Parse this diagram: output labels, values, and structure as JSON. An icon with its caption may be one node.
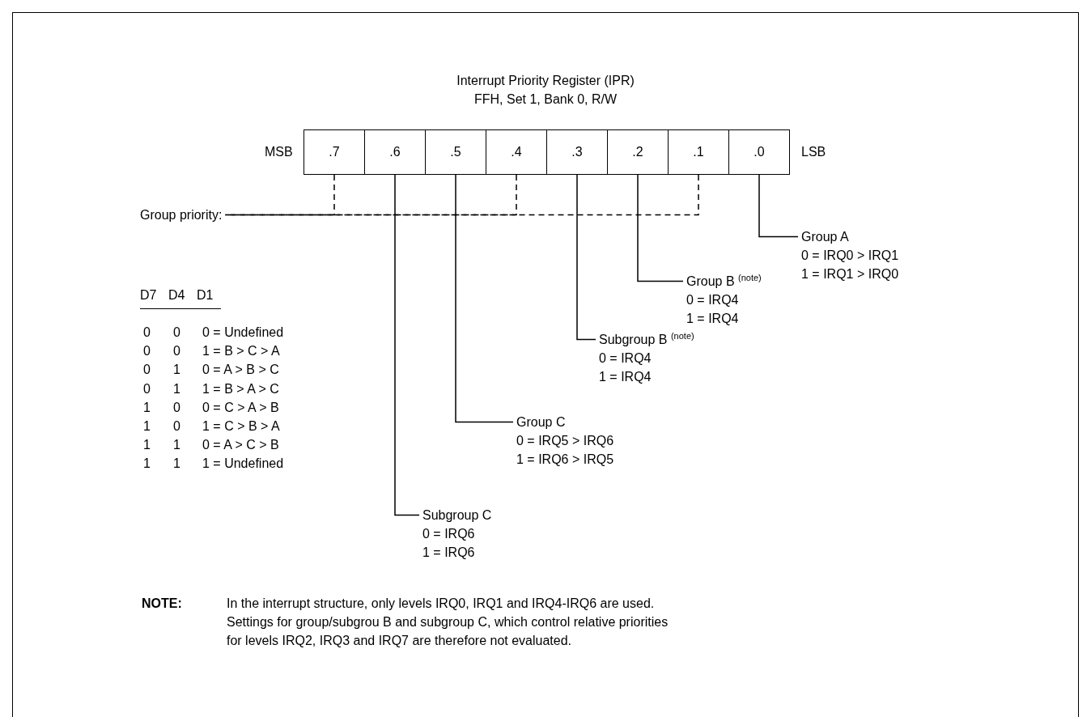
{
  "diagram": {
    "title": "Interrupt Priority Register (IPR)",
    "nodes": [
      {
        "text": [
          ".7"
        ]
      },
      {
        "text": [
          ".6"
        ]
      },
      {
        "text": [
          ".5"
        ]
      },
      {
        "text": [
          ".4"
        ]
      },
      {
        "text": [
          ".3"
        ]
      },
      {
        "text": [
          ".2"
        ]
      },
      {
        "text": [
          ".1"
        ]
      },
      {
        "text": [
          ".0"
        ]
      },
      {
        "text": [
          "Group priority:"
        ]
      },
      {
        "text": [
          "Group A",
          "0 = IRQ0 > IRQ1",
          "1 = IRQ1 > IRQ0"
        ]
      },
      {
        "text": [
          "Group B $^{(note)}$",
          "0 = IRQ4",
          "1 = IRQ4"
        ]
      },
      {
        "text": [
          "Subgroup B $^{(note)}$",
          "0 = IRQ4",
          "1 = IRQ4"
        ]
      },
      {
        "text": [
          "Group C",
          "0 = IRQ5 > IRQ6",
          "1 = IRQ6 > IRQ5"
        ]
      },
      {
        "text": [
          "Subgroup C",
          "0 = IRQ6",
          "1 = IRQ6"
        ]
      }
    ],
    "edges": [
      {
        "from": 7,
        "to": 9,
        "arrow": "none"
      },
      {
        "from": 5,
        "to": 10,
        "arrow": "none"
      },
      {
        "from": 4,
        "to": 11,
        "arrow": "none"
      },
      {
        "from": 2,
        "to": 12,
        "arrow": "none"
      },
      {
        "from": 1,
        "to": 13,
        "arrow": "none"
      },
      {
        "from": 0,
        "to": 8,
        "arrow": "none",
        "style": "dashed"
      },
      {
        "from": 3,
        "to": 8,
        "arrow": "none",
        "style": "dashed"
      },
      {
        "from": 6,
        "to": 8,
        "arrow": "none",
        "style": "dashed"
      }
    ],
    "labels": [
      "FFH, Set 1, Bank 0, R/W",
      "MSB",
      "LSB",
      "D7",
      "D4",
      "D1",
      "0",
      "0",
      "0 = Undefined",
      "0",
      "0",
      "1 = B > C > A",
      "0",
      "1",
      "0 = A > B > C",
      "0",
      "1",
      "1 = B > A > C",
      "1",
      "0",
      "0 = C > A > B",
      "1",
      "0",
      "1 = C > B > A",
      "1",
      "1",
      "0 = A > C > B",
      "1",
      "1",
      "1 = Undefined",
      "NOTE:",
      "In the interrupt structure, only levels IRQ0, IRQ1 and IRQ4-IRQ6 are used. Settings for group/subgrou B and subgroup C, which control relative priorities for levels IRQ2, IRQ3 and IRQ7 are therefore not evaluated."
    ]
  }
}
